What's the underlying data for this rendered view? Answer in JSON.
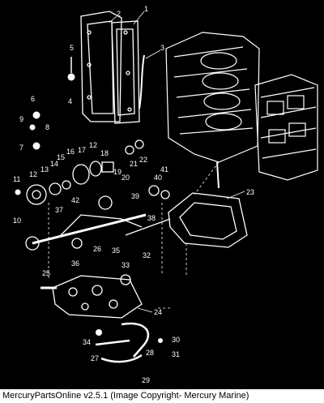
{
  "caption": "MercuryPartsOnline v2.5.1 (Image Copyright- Mercury Marine)",
  "callouts": [
    "1",
    "2",
    "3",
    "4",
    "5",
    "6",
    "7",
    "8",
    "9",
    "10",
    "11",
    "12",
    "12",
    "13",
    "14",
    "15",
    "16",
    "17",
    "18",
    "19",
    "20",
    "21",
    "22",
    "23",
    "24",
    "25",
    "26",
    "27",
    "28",
    "29",
    "30",
    "31",
    "32",
    "33",
    "34",
    "35",
    "36",
    "37",
    "38",
    "39",
    "40",
    "41",
    "42"
  ]
}
